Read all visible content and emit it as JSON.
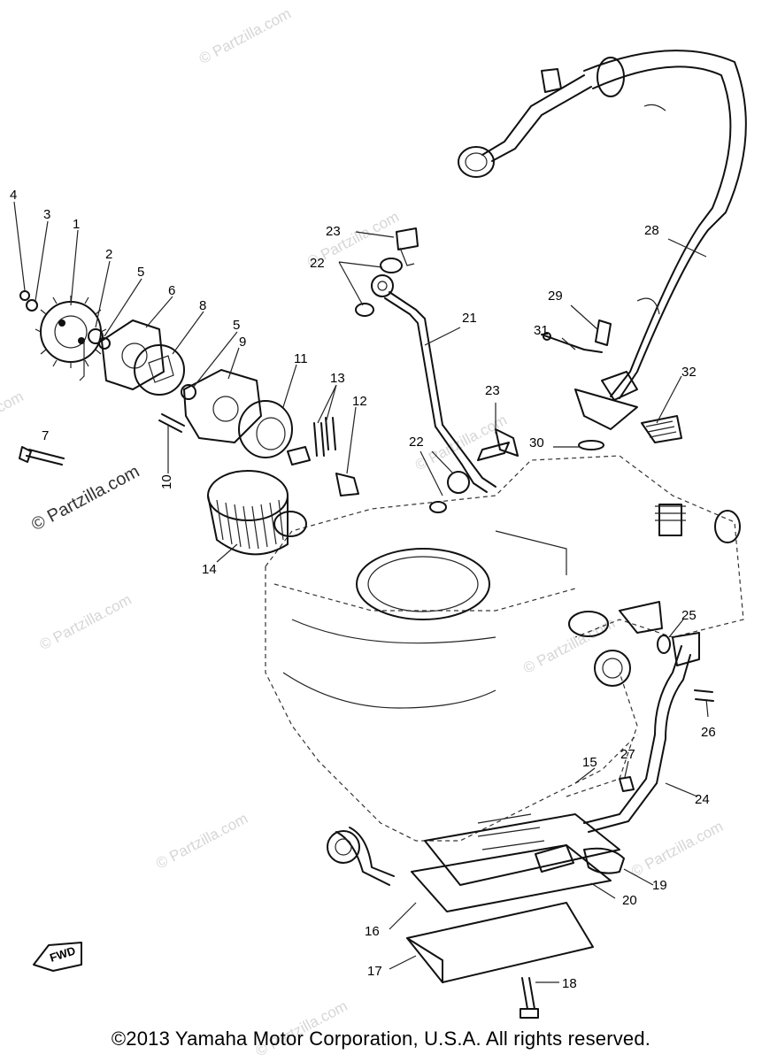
{
  "diagram": {
    "callouts": [
      "1",
      "2",
      "3",
      "4",
      "5",
      "5",
      "6",
      "7",
      "8",
      "9",
      "10",
      "11",
      "12",
      "13",
      "14",
      "15",
      "16",
      "17",
      "18",
      "19",
      "20",
      "21",
      "22",
      "22",
      "23",
      "23",
      "24",
      "25",
      "26",
      "27",
      "28",
      "29",
      "30",
      "31",
      "32"
    ],
    "fwd_label": "FWD",
    "watermark": "© Partzilla.com",
    "side_watermark": "© Partzilla.com"
  },
  "footer": {
    "copyright": "©2013 Yamaha Motor Corporation, U.S.A. All rights reserved."
  }
}
